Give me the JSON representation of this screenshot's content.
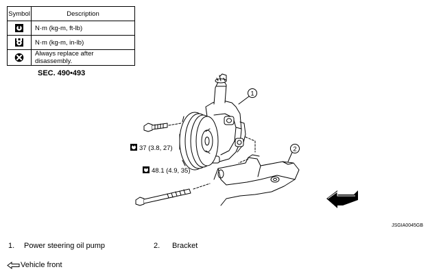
{
  "legend": {
    "header_symbol": "Symbol",
    "header_description": "Description",
    "rows": [
      {
        "icon": "torque-nm-kgm-ftlb-icon",
        "text": "N·m (kg-m, ft-lb)"
      },
      {
        "icon": "torque-nm-kgm-inlb-icon",
        "text": "N·m (kg-m, in-lb)"
      },
      {
        "icon": "always-replace-icon",
        "text": "Always replace after disassembly."
      }
    ]
  },
  "section_ref": "SEC. 490•493",
  "callouts": {
    "part1": "1",
    "part2": "2",
    "torque_upper": "37 (3.8, 27)",
    "torque_lower": "48.1 (4.9, 35)"
  },
  "figure_code": "JSGIA0045GB",
  "parts": [
    {
      "num": "1.",
      "name": "Power steering oil pump"
    },
    {
      "num": "2.",
      "name": "Bracket"
    }
  ],
  "vehicle_front": "Vehicle front"
}
